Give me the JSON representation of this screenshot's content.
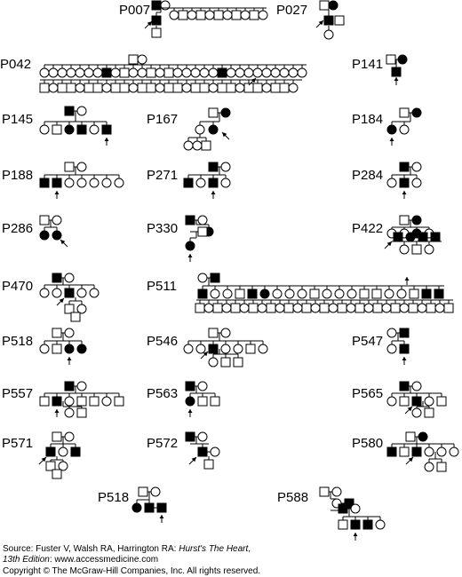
{
  "pedigree_labels": {
    "p007": "P007",
    "p027": "P027",
    "p042": "P042",
    "p141": "P141",
    "p145": "P145",
    "p167": "P167",
    "p184": "P184",
    "p188": "P188",
    "p271": "P271",
    "p284": "P284",
    "p286": "P286",
    "p330": "P330",
    "p422": "P422",
    "p470": "P470",
    "p511": "P511",
    "p518a": "P518",
    "p546": "P546",
    "p547": "P547",
    "p557": "P557",
    "p563": "P563",
    "p565": "P565",
    "p571": "P571",
    "p572": "P572",
    "p580": "P580",
    "p518b": "P518",
    "p588": "P588"
  },
  "source": {
    "prefix": "Source: Fuster V, Walsh RA, Harrington RA: ",
    "title": "Hurst's The Heart",
    "line2_italic": "13th Edition",
    "line2_rest": ": www.accessmedicine.com",
    "copyright": "Copyright © The McGraw-Hill Companies, Inc. All rights reserved."
  },
  "colors": {
    "ink": "#000000",
    "paper": "#ffffff"
  }
}
